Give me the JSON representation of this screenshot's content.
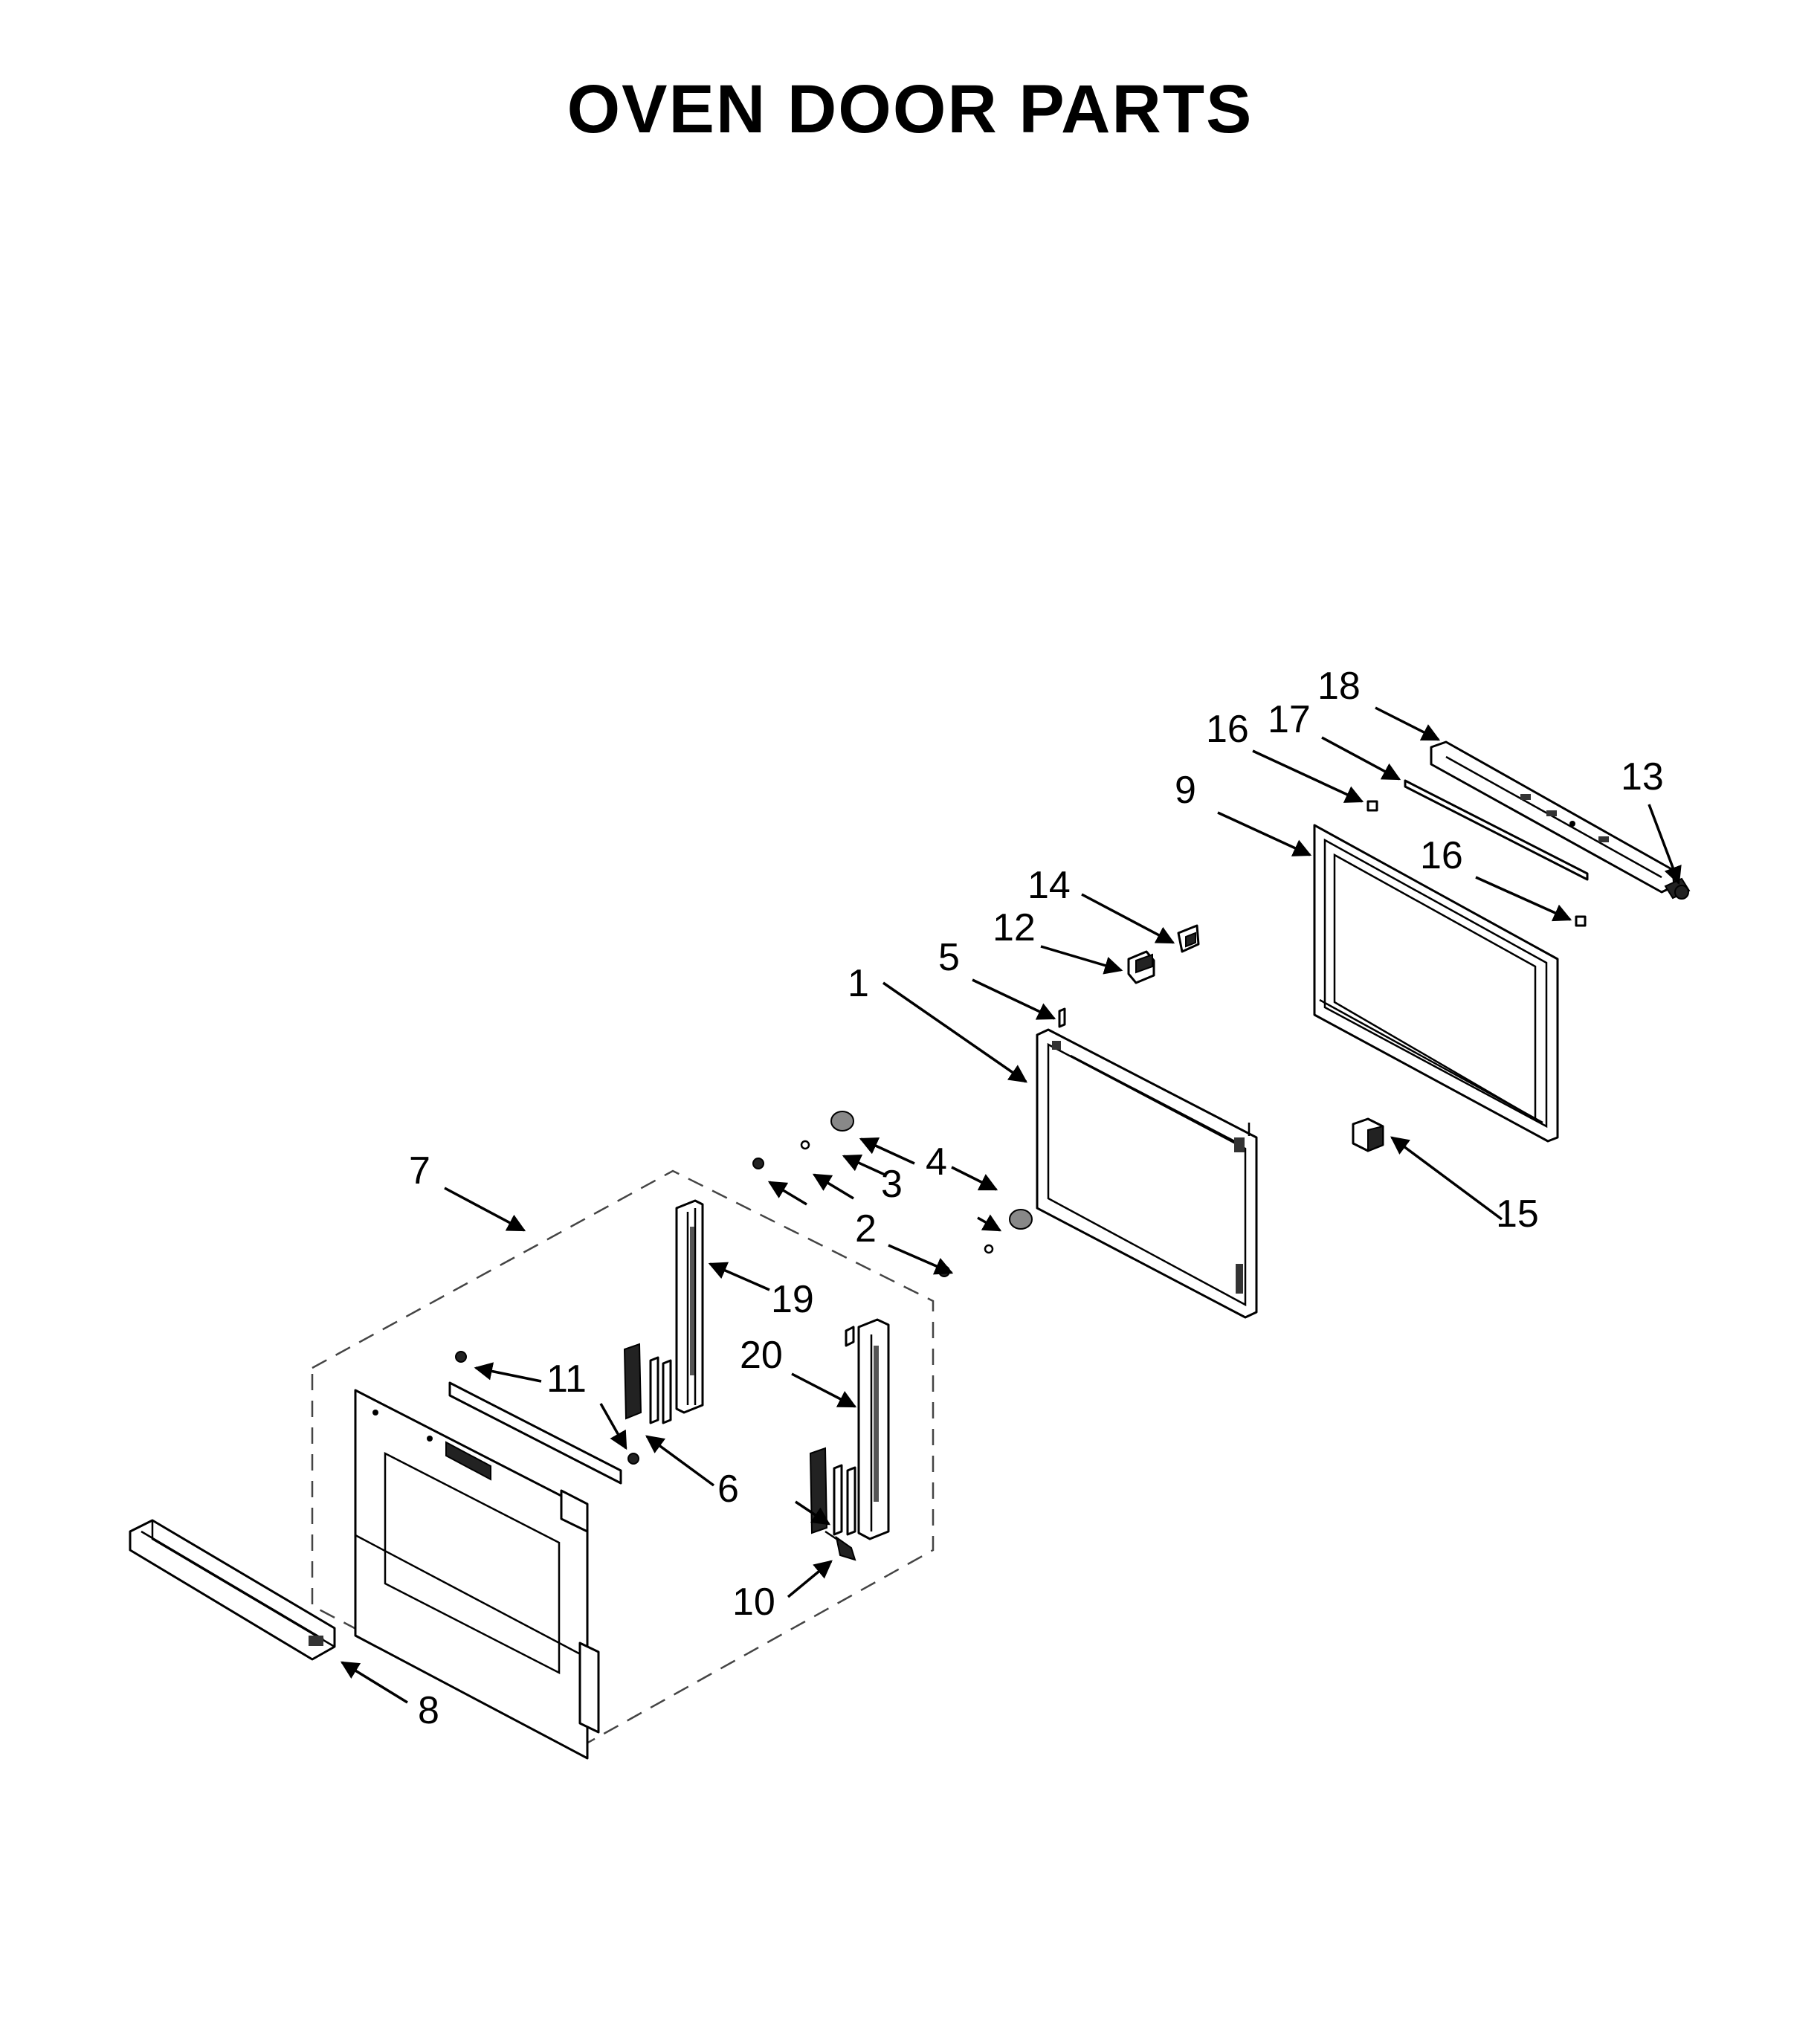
{
  "title": "OVEN DOOR PARTS",
  "callouts": [
    "1",
    "2",
    "3",
    "4",
    "5",
    "6",
    "7",
    "8",
    "9",
    "10",
    "11",
    "12",
    "13",
    "14",
    "15",
    "16",
    "16",
    "17",
    "18",
    "19",
    "20"
  ]
}
